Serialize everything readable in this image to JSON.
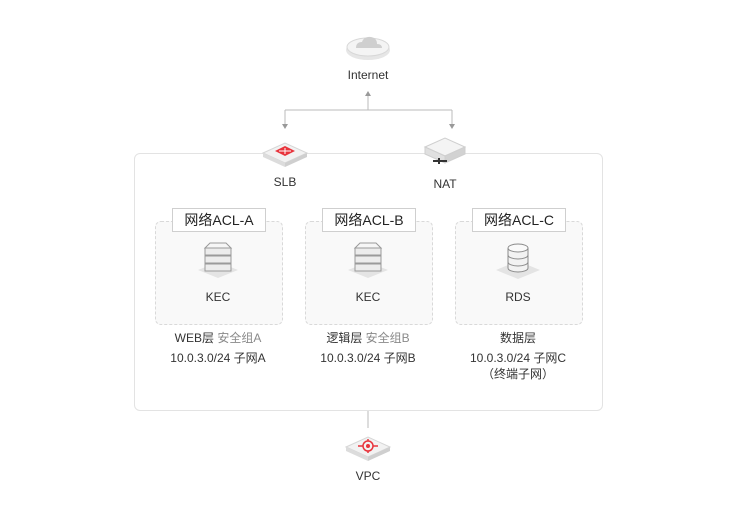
{
  "nodes": {
    "internet": "Internet",
    "slb": "SLB",
    "nat": "NAT",
    "vpc": "VPC"
  },
  "tiers": [
    {
      "acl": "网络ACL-A",
      "server": "KEC",
      "layer": "WEB层",
      "group": "安全组A",
      "subnet": "10.0.3.0/24 子网A",
      "note": ""
    },
    {
      "acl": "网络ACL-B",
      "server": "KEC",
      "layer": "逻辑层",
      "group": "安全组B",
      "subnet": "10.0.3.0/24 子网B",
      "note": ""
    },
    {
      "acl": "网络ACL-C",
      "server": "RDS",
      "layer": "数据层",
      "group": "",
      "subnet": "10.0.3.0/24 子网C",
      "note": "（终端子网）"
    }
  ],
  "colors": {
    "accent": "#e8343c",
    "line": "#bbbbbb",
    "icon": "#d5d5d5"
  },
  "icons": [
    "cloud-icon",
    "slb-icon",
    "nat-icon",
    "server-stack-icon",
    "database-icon",
    "vpc-icon"
  ]
}
